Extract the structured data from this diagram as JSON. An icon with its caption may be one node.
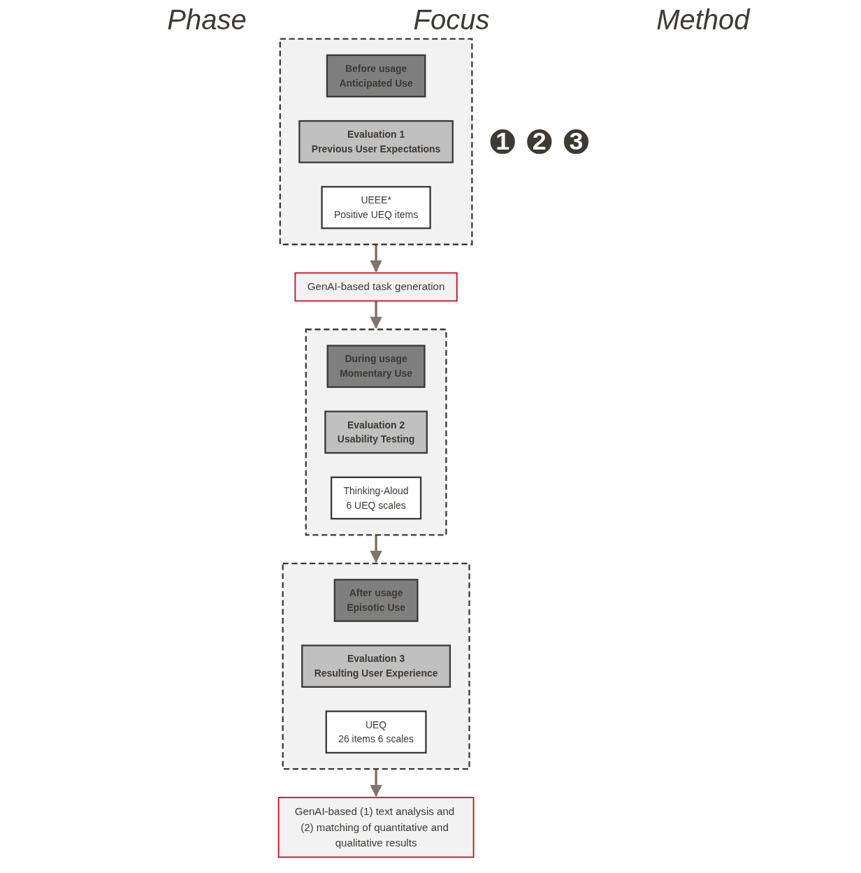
{
  "diagram": {
    "nodes": [
      {
        "text": [],
        "shape": "box"
      },
      {
        "text": [
          "1"
        ]
      },
      {
        "text": [
          "Before usage",
          "Anticipated Use"
        ],
        "in": 0
      },
      {
        "text": [
          "Evaluation 1",
          "Previous User Expectations"
        ],
        "in": 0
      },
      {
        "text": [
          "UEEE*",
          "Positive UEQ items"
        ],
        "in": 0
      },
      {
        "text": [
          "GenAI-based task generation"
        ]
      },
      {
        "text": [],
        "shape": "box"
      },
      {
        "text": [
          "2"
        ]
      },
      {
        "text": [
          "During usage",
          "Momentary Use"
        ],
        "in": 6
      },
      {
        "text": [
          "Evaluation 2",
          "Usability Testing"
        ],
        "in": 6
      },
      {
        "text": [
          "Thinking-Aloud",
          "6 UEQ scales"
        ],
        "in": 6
      },
      {
        "text": [],
        "shape": "box"
      },
      {
        "text": [
          "3"
        ]
      },
      {
        "text": [
          "After usage",
          "Episotic Use"
        ],
        "in": 11
      },
      {
        "text": [
          "Evaluation 3",
          "Resulting User Experience"
        ],
        "in": 11
      },
      {
        "text": [
          "UEQ",
          "26 items 6 scales"
        ],
        "in": 11
      },
      {
        "text": [
          "GenAI-based (1) text analysis and (2) matching of quantitative and qualitative results"
        ]
      }
    ],
    "edges": [
      {
        "from": 0,
        "to": 5,
        "arrow": "to"
      },
      {
        "from": 5,
        "to": 6,
        "arrow": "to"
      },
      {
        "from": 6,
        "to": 11,
        "arrow": "to"
      },
      {
        "from": 11,
        "to": 16,
        "arrow": "to"
      }
    ],
    "labels": [
      "Phase",
      "Focus",
      "Method"
    ]
  }
}
